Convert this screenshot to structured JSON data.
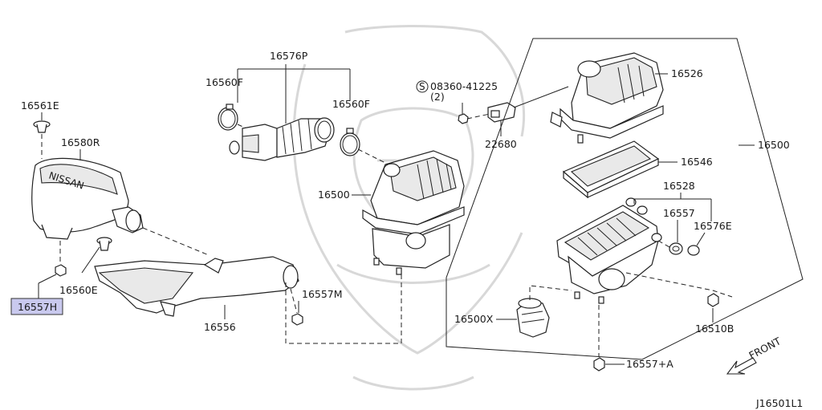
{
  "labels": {
    "p16561E": "16561E",
    "p16580R": "16580R",
    "p16557H": "16557H",
    "p16560E": "16560E",
    "p16556": "16556",
    "p16557M": "16557M",
    "p16576P": "16576P",
    "p16560F_left": "16560F",
    "p16560F_right": "16560F",
    "p16500_center": "16500",
    "p08360": "08360-41225",
    "p08360_qty": "(2)",
    "p22680": "22680",
    "p16526": "16526",
    "p16546": "16546",
    "p16528": "16528",
    "p16557": "16557",
    "p16576E": "16576E",
    "p16500_right": "16500",
    "p16500X": "16500X",
    "p16510B": "16510B",
    "p16557A": "16557+A",
    "front": "FRONT",
    "diagram_code": "J16501L1",
    "brand_embossed": "NISSAN",
    "s_symbol": "S"
  },
  "highlight_color": "#c9c9ee"
}
